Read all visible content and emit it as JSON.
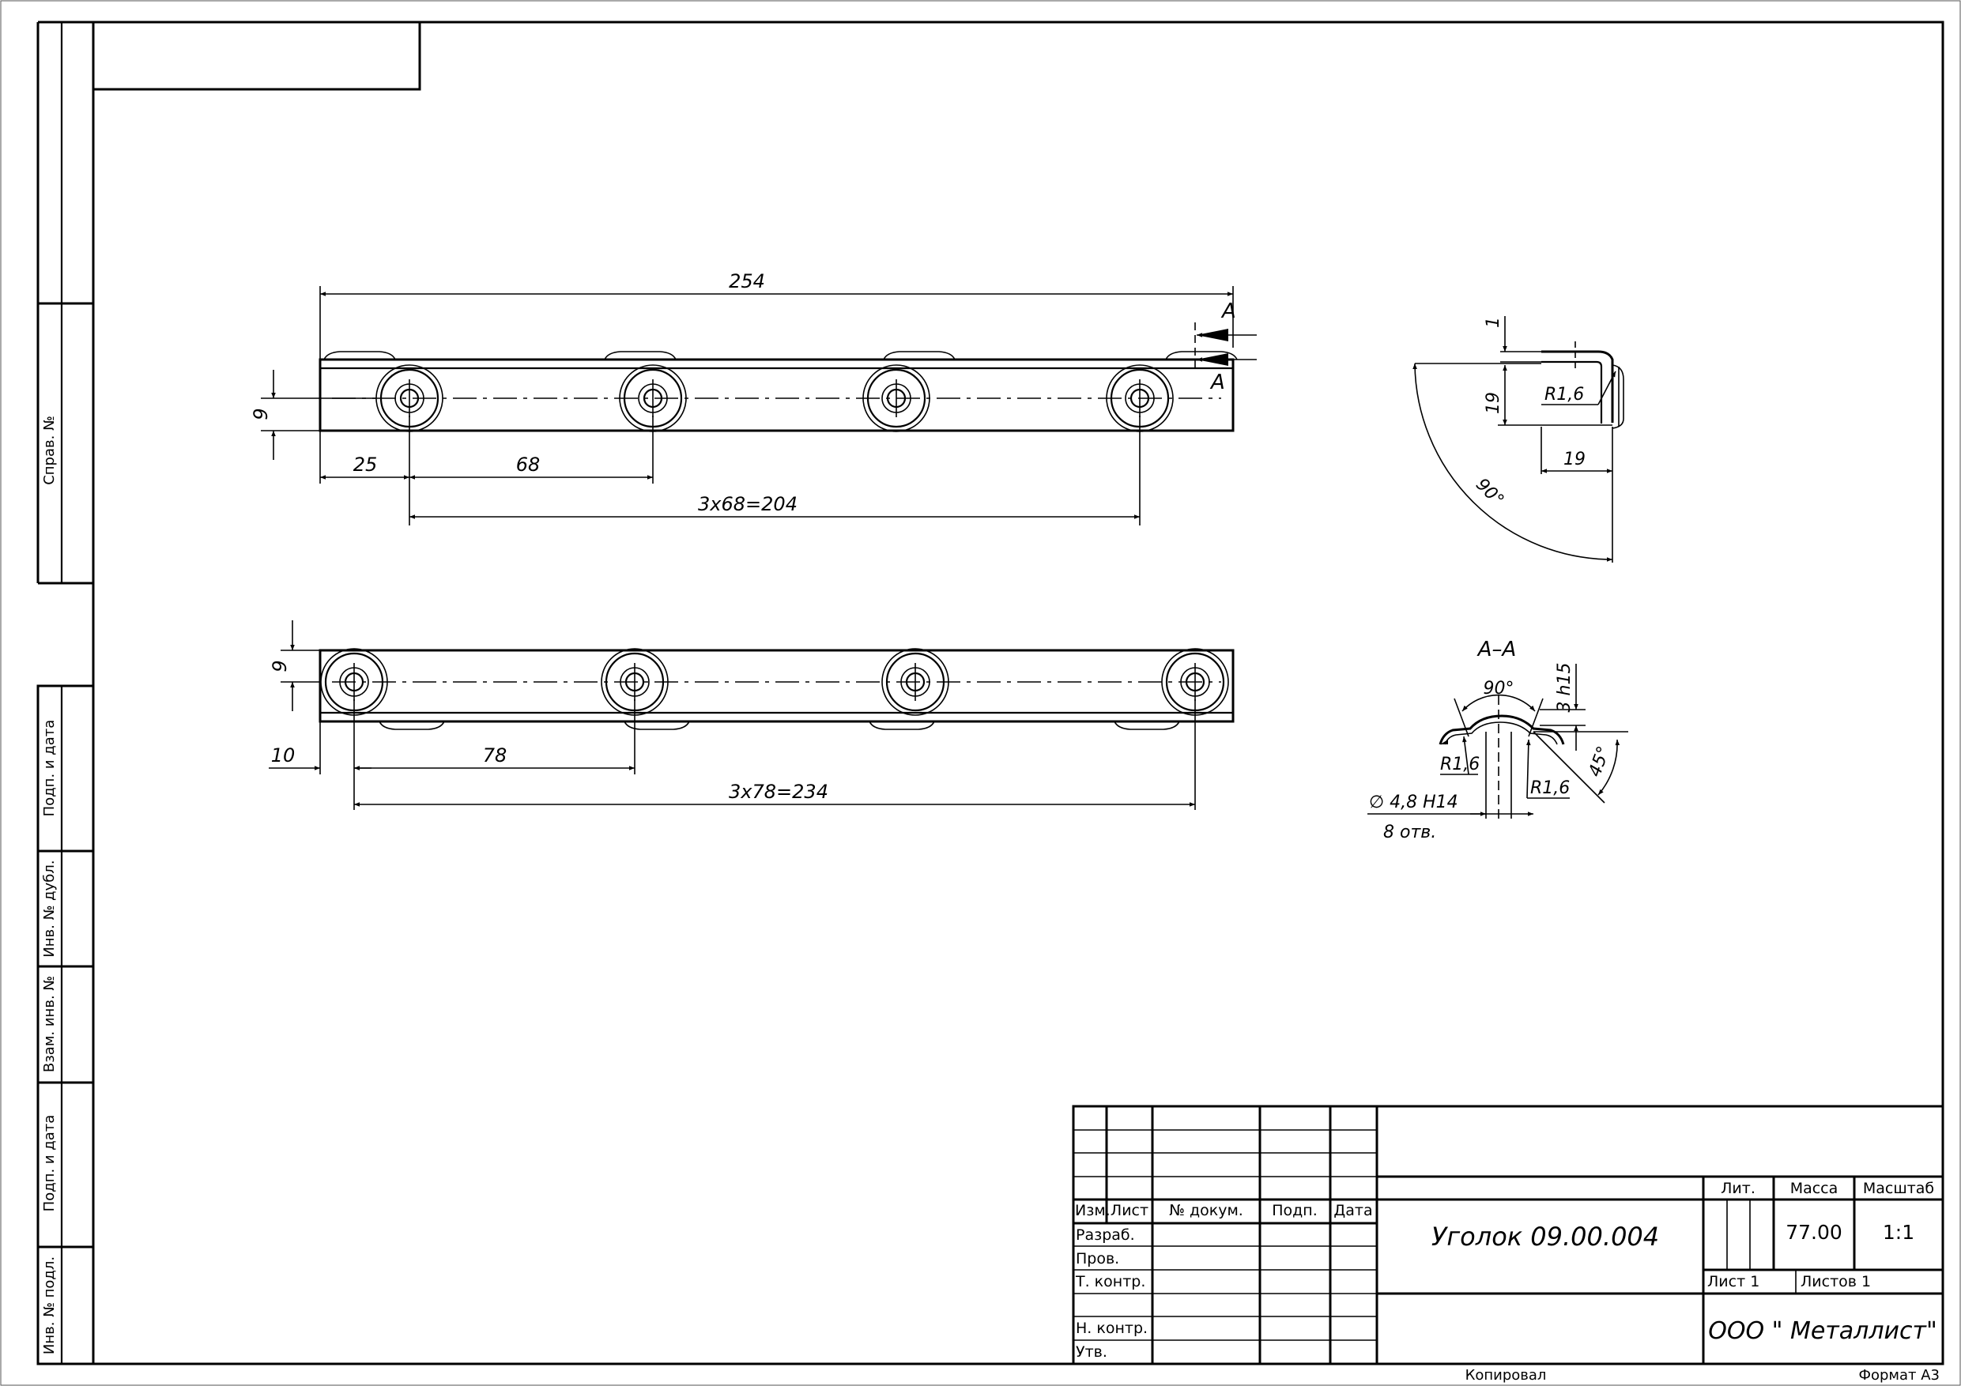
{
  "side_strip": {
    "sprav_no": "Справ. №",
    "podp_data_1": "Подп. и дата",
    "inv_dubl": "Инв. № дубл.",
    "vzam_inv": "Взам. инв. №",
    "podp_data_2": "Подп. и дата",
    "inv_podl": "Инв. № подл."
  },
  "top_view": {
    "dim_total": "254",
    "dim_height": "9",
    "dim_first": "25",
    "dim_pitch": "68",
    "dim_chain": "3x68=204",
    "section_letter_top": "A",
    "section_letter_bottom": "A"
  },
  "bottom_view": {
    "dim_height": "9",
    "dim_first": "10",
    "dim_pitch": "78",
    "dim_chain": "3x78=234"
  },
  "end_view": {
    "dim_thickness": "1",
    "dim_height": "19",
    "dim_width": "19",
    "radius": "R1,6",
    "angle": "90°"
  },
  "section_aa": {
    "title": "A–A",
    "angle": "90°",
    "depth": "3 h15",
    "chamfer": "45°",
    "radius_left": "R1,6",
    "radius_right": "R1,6",
    "hole": "∅ 4,8  H14",
    "hole_count": "8 отв."
  },
  "title_block": {
    "headers": {
      "izm": "Изм.",
      "list": "Лист",
      "n_dokum": "№ докум.",
      "podp": "Подп.",
      "data": "Дата"
    },
    "roles": {
      "razrab": "Разраб.",
      "prov": "Пров.",
      "t_kontr": "Т. контр.",
      "n_kontr": "Н. контр.",
      "utv": "Утв."
    },
    "designation": "Уголок  09.00.004",
    "lit_label": "Лит.",
    "massa_label": "Масса",
    "masshtab_label": "Масштаб",
    "massa_value": "77.00",
    "masshtab_value": "1:1",
    "sheet": "Лист 1",
    "sheets": "Листов 1",
    "company": "ООО \" Металлист\"",
    "kopiroval": "Копировал",
    "format": "Формат А3"
  }
}
